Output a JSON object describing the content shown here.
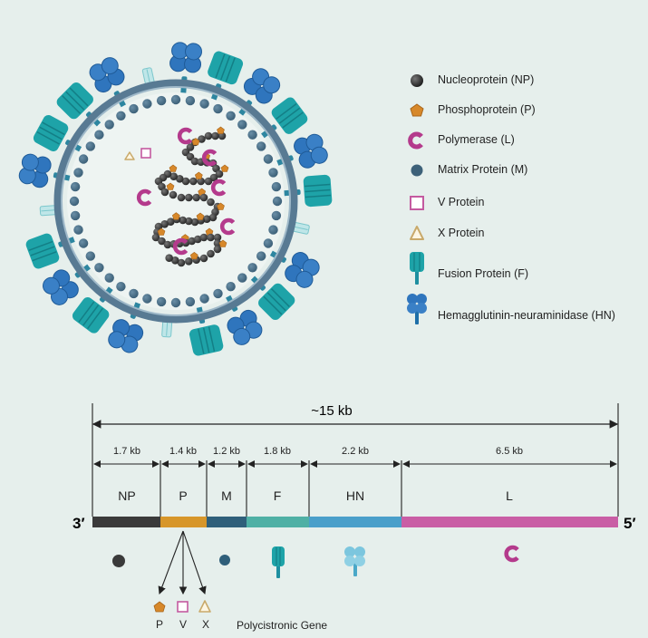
{
  "legend": [
    {
      "icon": "nucleoprotein-icon",
      "label": "Nucleoprotein (NP)"
    },
    {
      "icon": "phosphoprotein-icon",
      "label": "Phosphoprotein (P)"
    },
    {
      "icon": "polymerase-icon",
      "label": "Polymerase (L)"
    },
    {
      "icon": "matrix-protein-icon",
      "label": "Matrix Protein (M)"
    },
    {
      "icon": "v-protein-icon",
      "label": "V Protein"
    },
    {
      "icon": "x-protein-icon",
      "label": "X Protein"
    },
    {
      "icon": "fusion-protein-icon",
      "label": "Fusion Protein (F)"
    },
    {
      "icon": "hemagglutinin-icon",
      "label": "Hemagglutinin-neuraminidase (HN)"
    }
  ],
  "genome": {
    "total_label": "~15 kb",
    "end_3": "3′",
    "end_5": "5′",
    "genes": [
      {
        "name": "NP",
        "size": "1.7 kb"
      },
      {
        "name": "P",
        "size": "1.4 kb"
      },
      {
        "name": "M",
        "size": "1.2 kb"
      },
      {
        "name": "F",
        "size": "1.8 kb"
      },
      {
        "name": "HN",
        "size": "2.2 kb"
      },
      {
        "name": "L",
        "size": "6.5 kb"
      }
    ],
    "p_products": [
      "P",
      "V",
      "X"
    ],
    "polycistronic_label": "Polycistronic Gene"
  },
  "colors": {
    "background": "#e6efec",
    "np": "#3a3a3a",
    "p": "#d7962a",
    "m": "#2f5f7a",
    "f": "#4fb0a5",
    "hn": "#4a9fca",
    "l": "#c95ea5",
    "envelope": "#587a93",
    "polymerase": "#b43a8c",
    "fusion": "#1e9fa6",
    "hn_protein": "#2e74b8",
    "v_protein": "#c45aa0"
  }
}
